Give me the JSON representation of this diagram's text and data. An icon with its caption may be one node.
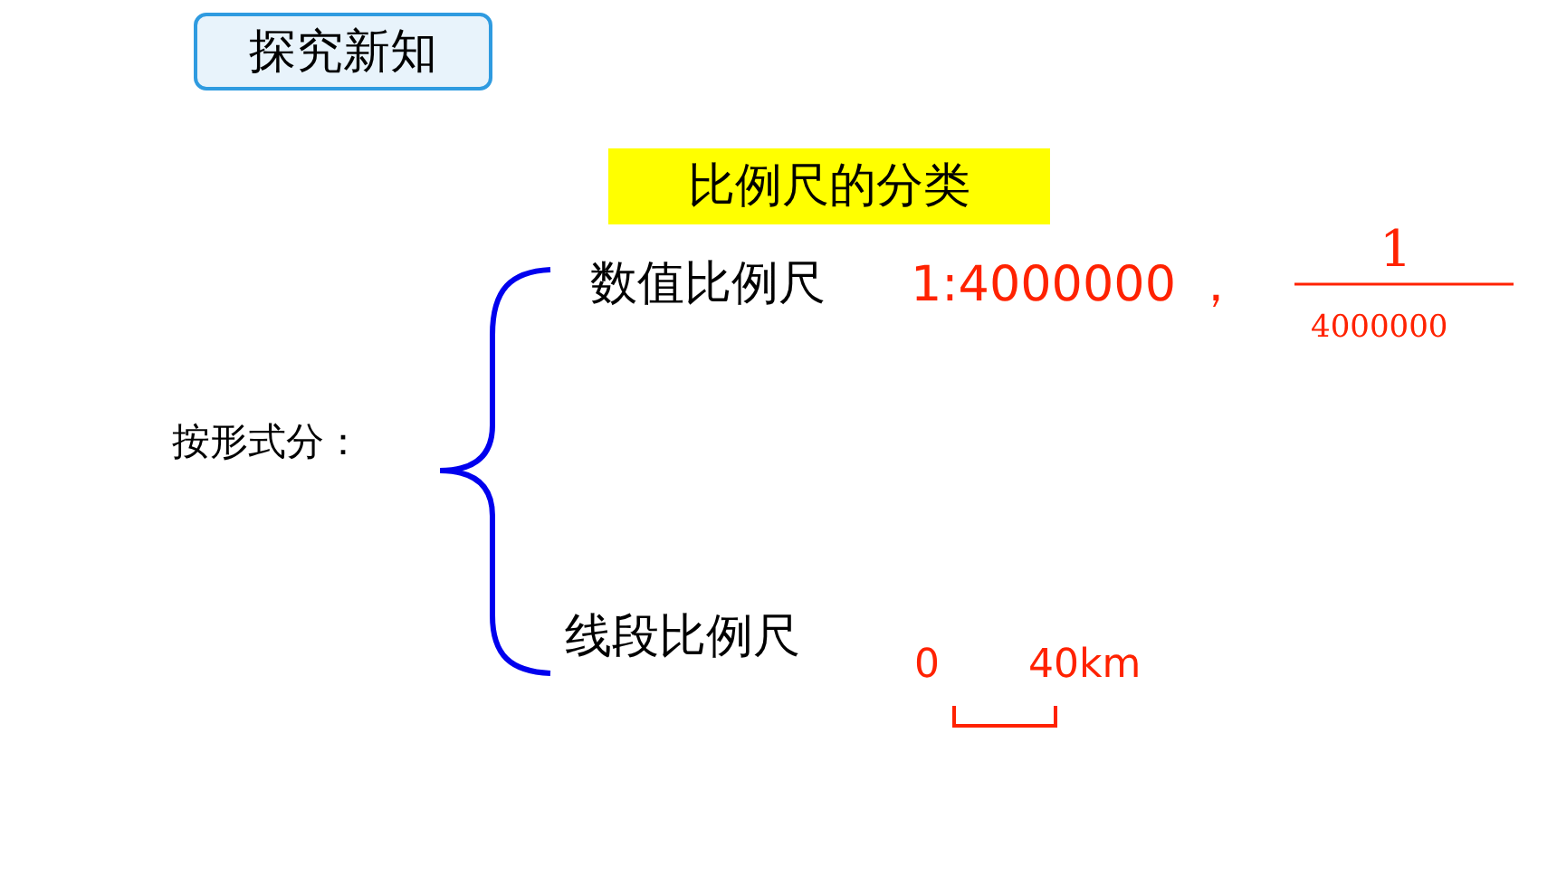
{
  "diagram": {
    "nodes": [
      {
        "text": [
          "探究新知"
        ]
      },
      {
        "text": [
          "比例尺的分类"
        ]
      }
    ],
    "labels": [
      "按形式分：",
      "数值比例尺",
      "1:4000000 ，",
      "1",
      "4000000",
      "线段比例尺",
      "0",
      "40km"
    ]
  }
}
